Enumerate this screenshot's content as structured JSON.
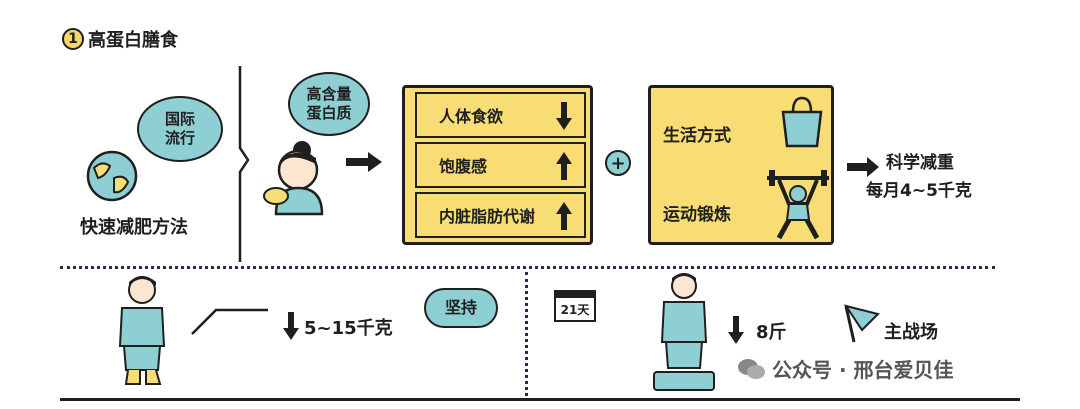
{
  "heading": {
    "number": "1",
    "text": "高蛋白膳食"
  },
  "left": {
    "bubble": "国际\n流行",
    "label": "快速减肥方法"
  },
  "girl": {
    "bubble": "高含量\n蛋白质"
  },
  "effects": [
    {
      "label": "人体食欲",
      "direction": "down"
    },
    {
      "label": "饱腹感",
      "direction": "up"
    },
    {
      "label": "内脏脂肪代谢",
      "direction": "up"
    }
  ],
  "plus": "+",
  "lifestyle": {
    "line1": "生活方式",
    "line2": "运动锻炼"
  },
  "result": {
    "line1": "科学减重",
    "line2": "每月4~5千克"
  },
  "bottom": {
    "persist_bubble": "坚持",
    "loss_text": "5~15千克",
    "calendar_text": "21天",
    "loss2_text": "8斤",
    "flag_text": "主战场"
  },
  "watermark": "公众号 · 邢台爱贝佳",
  "colors": {
    "yellow": "#f7dd73",
    "teal": "#8ecfd3",
    "ink": "#1f1f1f"
  }
}
